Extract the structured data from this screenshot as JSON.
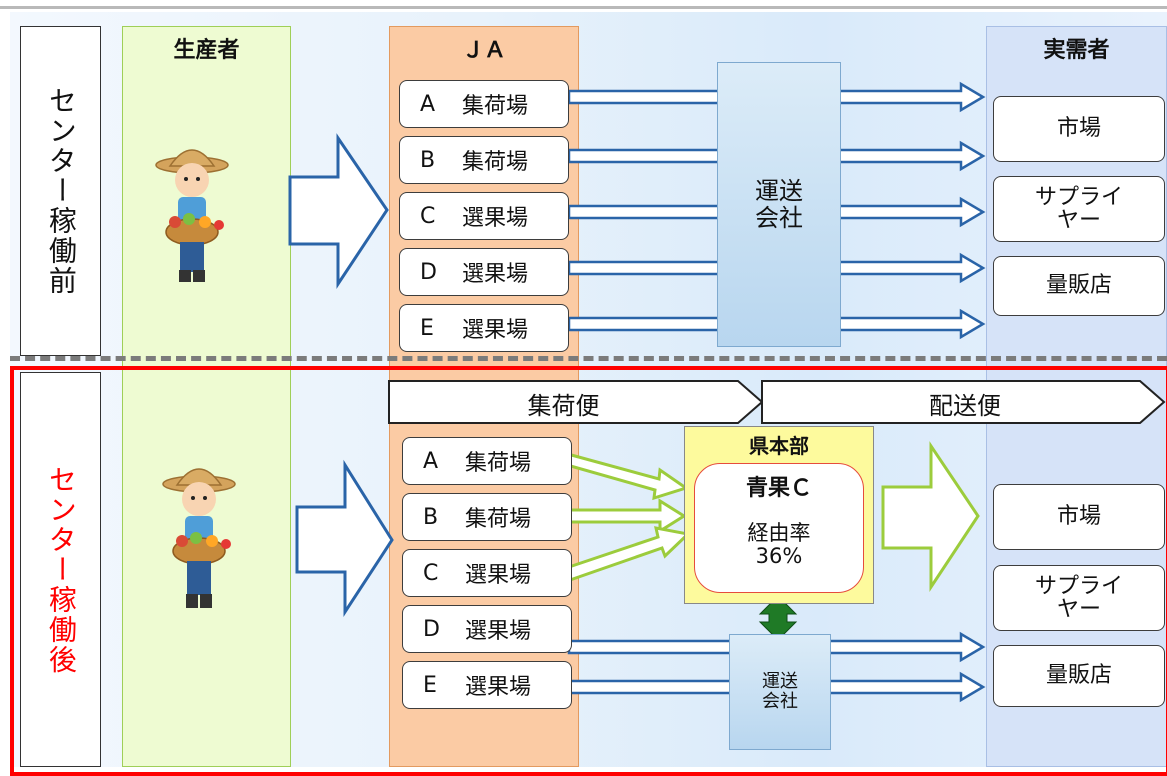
{
  "columns": {
    "producer": "生産者",
    "ja": "ＪＡ",
    "demand": "実需者"
  },
  "before": {
    "phase_label": "センター稼働前",
    "ja_facilities": [
      {
        "letter": "A",
        "name": "集荷場"
      },
      {
        "letter": "B",
        "name": "集荷場"
      },
      {
        "letter": "C",
        "name": "選果場"
      },
      {
        "letter": "D",
        "name": "選果場"
      },
      {
        "letter": "E",
        "name": "選果場"
      }
    ],
    "transport_line1": "運送",
    "transport_line2": "会社",
    "customers": [
      {
        "line1": "市場",
        "line2": ""
      },
      {
        "line1": "サプライ",
        "line2": "ヤー"
      },
      {
        "line1": "量販店",
        "line2": ""
      }
    ]
  },
  "after": {
    "phase_label": "センター稼働後",
    "pickup_banner": "集荷便",
    "delivery_banner": "配送便",
    "ja_facilities": [
      {
        "letter": "A",
        "name": "集荷場"
      },
      {
        "letter": "B",
        "name": "集荷場"
      },
      {
        "letter": "C",
        "name": "選果場"
      },
      {
        "letter": "D",
        "name": "選果場"
      },
      {
        "letter": "E",
        "name": "選果場"
      }
    ],
    "hq_label": "県本部",
    "center_name": "青果Ｃ",
    "rate_label": "経由率",
    "rate_value": "36%",
    "transport_line1": "運送",
    "transport_line2": "会社",
    "customers": [
      {
        "line1": "市場",
        "line2": ""
      },
      {
        "line1": "サプライ",
        "line2": "ヤー"
      },
      {
        "line1": "量販店",
        "line2": ""
      }
    ]
  },
  "colors": {
    "arrow_blue": "#2a64a8",
    "arrow_green": "#9ccc3c",
    "exchange_green": "#1f7a26",
    "after_label_red": "#ff0000"
  },
  "icons": {
    "producer_before": "farmer-with-vegetables-icon",
    "producer_after": "farmer-with-vegetables-icon"
  }
}
